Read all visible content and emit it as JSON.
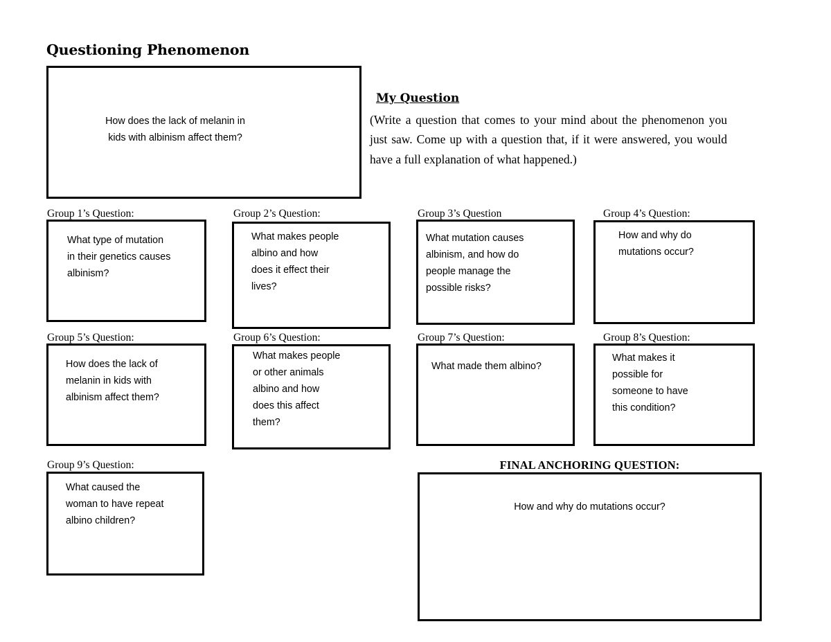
{
  "document": {
    "title": "Questioning Phenomenon"
  },
  "phenomenon": {
    "box_text": "How does the lack of melanin in\nkids with albinism affect them?"
  },
  "my_question": {
    "heading": "My Question",
    "body": "(Write a question that comes to your mind about the phenomenon you just saw.  Come up with a question that, if it were answered, you would have a full explanation of what happened.)"
  },
  "groups": [
    {
      "label": "Group 1’s Question:",
      "answer": "What type of mutation\nin their genetics causes\nalbinism?"
    },
    {
      "label": "Group 2’s Question:",
      "answer": "What makes people\nalbino and how\ndoes it effect their\nlives?"
    },
    {
      "label": "Group 3’s Question",
      "answer": "What mutation causes\nalbinism, and how do\npeople manage the\npossible risks?"
    },
    {
      "label": "Group 4’s Question:",
      "answer": "How and why do\nmutations occur?"
    },
    {
      "label": "Group 5’s Question:",
      "answer": "How does the lack of\nmelanin in kids with\nalbinism affect them?"
    },
    {
      "label": "Group 6’s Question:",
      "answer": "What makes people\nor other animals\nalbino and how\ndoes this affect\nthem?"
    },
    {
      "label": "Group 7’s Question:",
      "answer": "What made them albino?"
    },
    {
      "label": "Group 8’s Question:",
      "answer": "What makes it\npossible for\nsomeone to have\nthis condition?"
    },
    {
      "label": "Group 9’s Question:",
      "answer": "What caused the\nwoman to have repeat\nalbino children?"
    }
  ],
  "final_question": {
    "label": "FINAL ANCHORING QUESTION:",
    "answer": "How and why do mutations occur?"
  },
  "colors": {
    "ink": "#000000",
    "paper": "#ffffff"
  }
}
